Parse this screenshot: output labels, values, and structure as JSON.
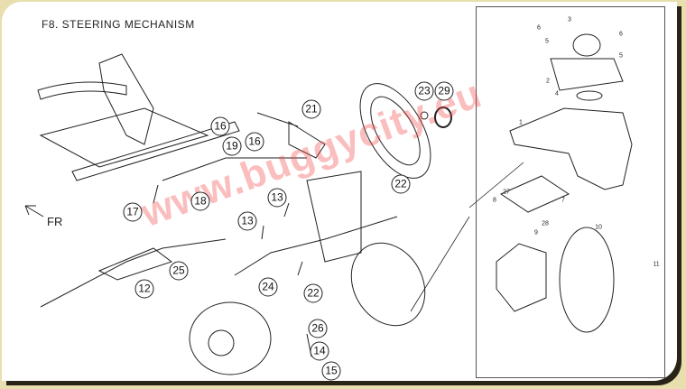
{
  "title": "F8. STEERING MECHANISM",
  "direction_label": "FR",
  "watermark": "www.buggycity.eu",
  "callouts": [
    "16",
    "21",
    "19",
    "16",
    "23",
    "29",
    "22",
    "17",
    "18",
    "13",
    "13",
    "25",
    "12",
    "24",
    "22",
    "26",
    "14",
    "15"
  ],
  "inset_parts": [
    "3",
    "6",
    "6",
    "5",
    "5",
    "2",
    "4",
    "1",
    "8",
    "27",
    "7",
    "28",
    "9",
    "10",
    "11"
  ],
  "colors": {
    "frame_bg": "#e9dfae",
    "watermark": "#f04646"
  }
}
